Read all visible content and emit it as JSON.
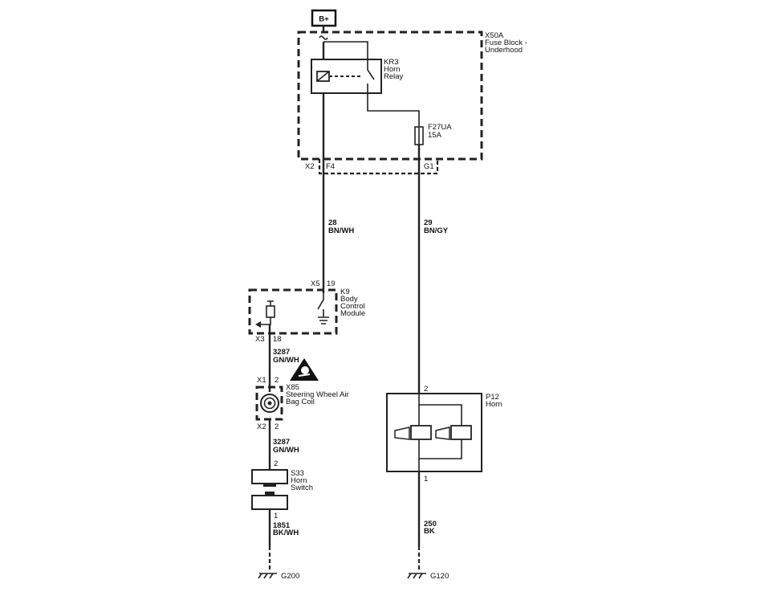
{
  "power": {
    "label": "B+"
  },
  "fuse_block": {
    "ref": "X50A",
    "name_line1": "Fuse Block -",
    "name_line2": "Underhood",
    "relay": {
      "ref": "KR3",
      "line1": "Horn",
      "line2": "Relay"
    },
    "fuse": {
      "ref": "F27UA",
      "rating": "15A"
    },
    "connector": "X2",
    "pin_left": "F4",
    "pin_right": "G1"
  },
  "wires": {
    "w28": {
      "circuit": "28",
      "color": "BN/WH"
    },
    "w29": {
      "circuit": "29",
      "color": "BN/GY"
    },
    "w3287a": {
      "circuit": "3287",
      "color": "GN/WH"
    },
    "w3287b": {
      "circuit": "3287",
      "color": "GN/WH"
    },
    "w1851": {
      "circuit": "1851",
      "color": "BK/WH"
    },
    "w250": {
      "circuit": "250",
      "color": "BK"
    }
  },
  "bcm": {
    "ref": "K9",
    "line1": "Body",
    "line2": "Control",
    "line3": "Module",
    "conn_top": "X5",
    "pin_top": "19",
    "conn_bottom": "X3",
    "pin_bottom": "18"
  },
  "airbag_coil": {
    "ref": "X85",
    "line1": "Steering Wheel Air",
    "line2": "Bag Coil",
    "conn_top": "X1",
    "pin_top": "2",
    "conn_bottom": "X2",
    "pin_bottom": "2"
  },
  "horn_switch": {
    "ref": "S33",
    "line1": "Horn",
    "line2": "Switch",
    "pin_top": "2",
    "pin_bottom": "1"
  },
  "horn": {
    "ref": "P12",
    "line1": "Horn",
    "pin_top": "2",
    "pin_bottom": "1"
  },
  "grounds": {
    "left": "G200",
    "right": "G120"
  }
}
